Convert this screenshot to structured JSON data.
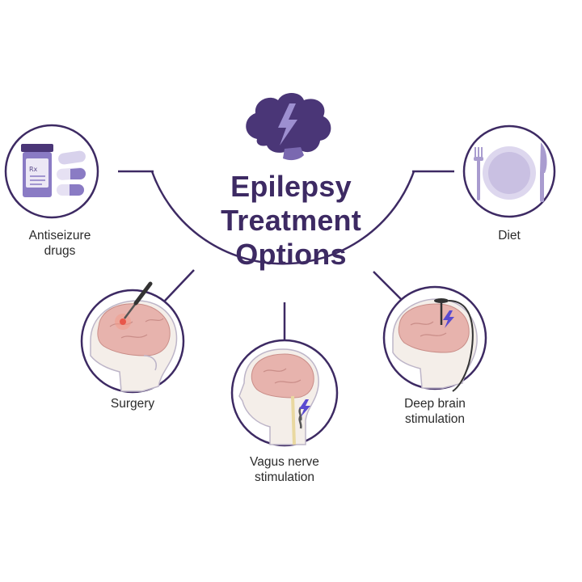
{
  "title": {
    "line1": "Epilepsy",
    "line2": "Treatment",
    "line3": "Options"
  },
  "options": {
    "antiseizure": {
      "line1": "Antiseizure",
      "line2": "drugs"
    },
    "diet": {
      "line1": "Diet"
    },
    "surgery": {
      "line1": "Surgery"
    },
    "vagus": {
      "line1": "Vagus nerve",
      "line2": "stimulation"
    },
    "deep_brain": {
      "line1": "Deep brain",
      "line2": "stimulation"
    }
  },
  "pill_label": "Rx",
  "colors": {
    "line": "#3d2a63",
    "title": "#3d2a63",
    "accent": "#6b5a9e",
    "brain": "#e7b3ad",
    "skin": "#f4eee9"
  },
  "icons": [
    "brain-lightning-icon",
    "pill-bottle-icon",
    "plate-icon",
    "fork-icon",
    "knife-icon",
    "scalpel-icon",
    "electrode-icon"
  ]
}
